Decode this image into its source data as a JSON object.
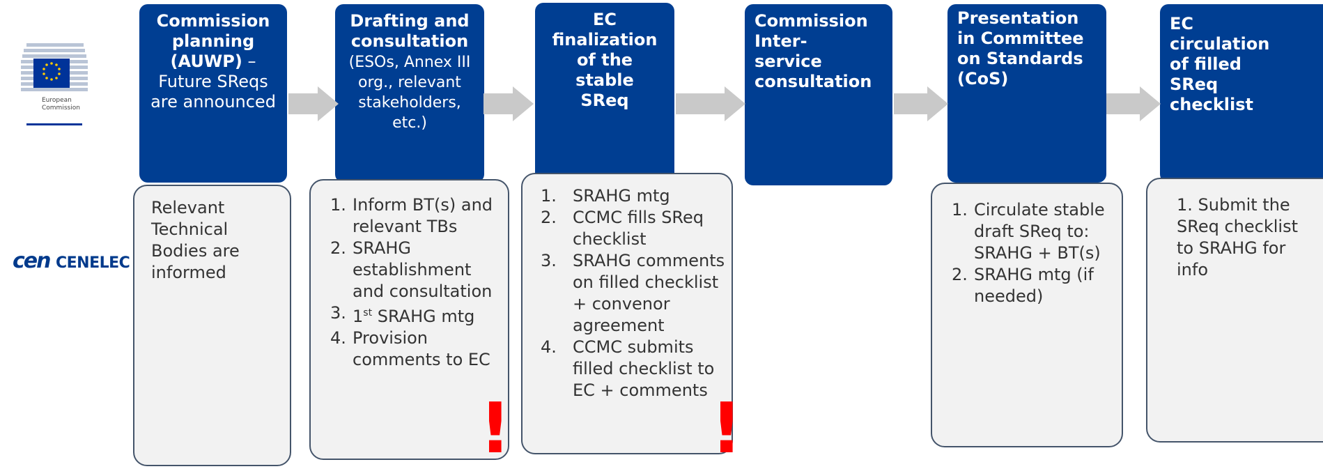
{
  "logos": {
    "ec_line1": "European",
    "ec_line2": "Commission",
    "cen_text": "cen",
    "cenelec_text": "CENELEC"
  },
  "stages": [
    {
      "title": "Commission planning",
      "title2": "(AUWP)",
      "dash": " –",
      "sub": "Future SReqs are announced"
    },
    {
      "title": "Drafting and consultation",
      "sub": "(ESOs, Annex III org., relevant stakeholders, etc.)"
    },
    {
      "title": "EC finalization of the stable SReq"
    },
    {
      "title": "Commission Inter-service consultation"
    },
    {
      "title": "Presentation in Committee on Standards (CoS)"
    },
    {
      "title": "EC circulation of filled SReq checklist"
    }
  ],
  "tasks": {
    "col1": {
      "text": "Relevant Technical Bodies are informed"
    },
    "col2": {
      "items": [
        {
          "num": "1.",
          "text": "Inform BT(s) and relevant TBs"
        },
        {
          "num": "2.",
          "text": "SRAHG establishment and consultation"
        },
        {
          "num": "3.",
          "pre": "1",
          "sup": "st",
          "post": " SRAHG mtg"
        },
        {
          "num": "4.",
          "text": "Provision comments to EC"
        }
      ]
    },
    "col3": {
      "items": [
        {
          "num": "1.",
          "text": "SRAHG mtg"
        },
        {
          "num": "2.",
          "text": "CCMC fills SReq checklist"
        },
        {
          "num": "3.",
          "text": "SRAHG comments on filled checklist + convenor agreement"
        },
        {
          "num": "4.",
          "text": "CCMC submits filled checklist to EC + comments"
        }
      ]
    },
    "col5": {
      "items": [
        {
          "num": "1.",
          "text": "Circulate stable draft SReq to: SRAHG + BT(s)"
        },
        {
          "num": "2.",
          "text": "SRAHG mtg (if needed)"
        }
      ]
    },
    "col6": {
      "text": "1. Submit the SReq checklist to SRAHG for info"
    }
  },
  "alerts": [
    "!",
    "!"
  ],
  "colors": {
    "stage_blue": "#003e92",
    "arrow_gray": "#c9c9c9",
    "task_bg": "#f2f2f2",
    "alert_red": "#ff0000",
    "eu_blue": "#003399",
    "eu_star": "#ffcc00"
  }
}
